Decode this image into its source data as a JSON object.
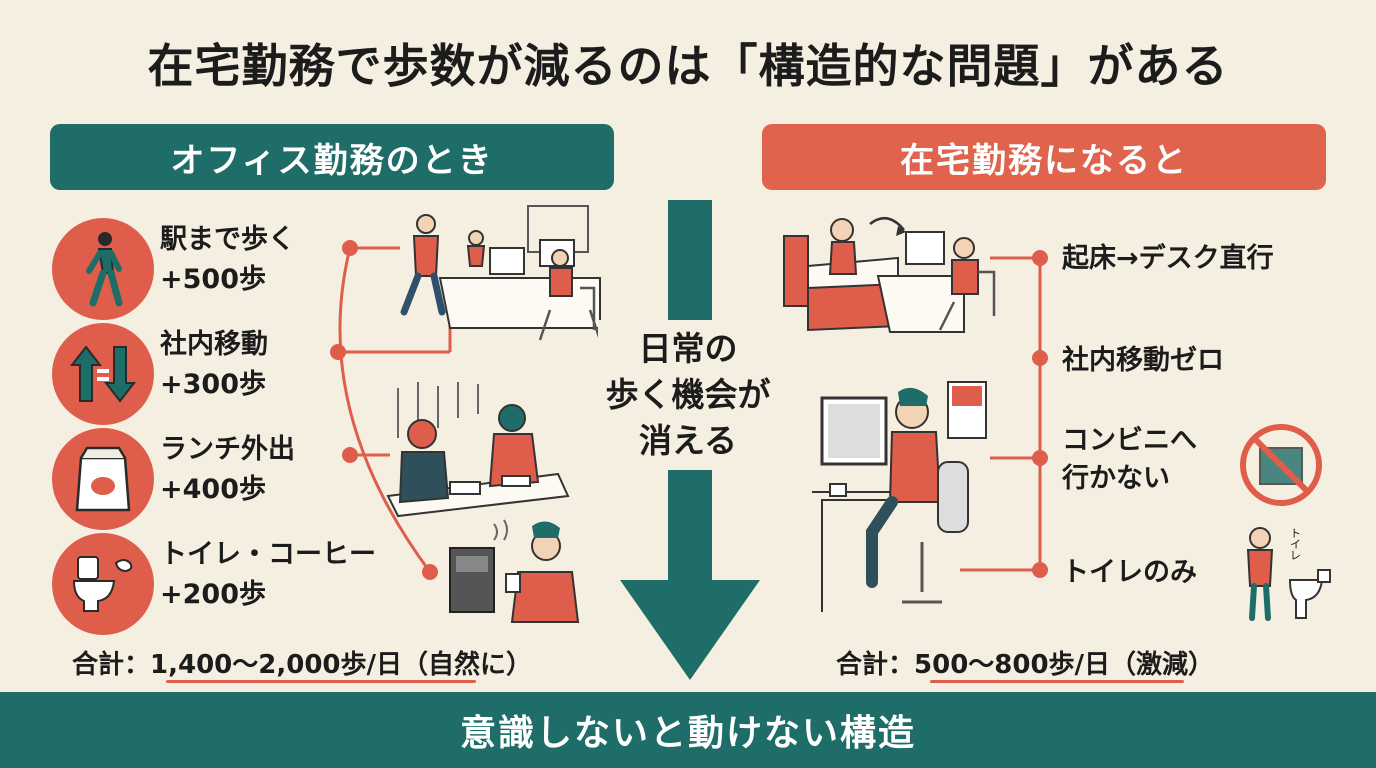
{
  "title": "在宅勤務で歩数が減るのは「構造的な問題」がある",
  "left": {
    "header": "オフィス勤務のとき",
    "items": [
      {
        "label": "駅まで歩く",
        "steps": "+500歩",
        "icon": "walking-person-icon"
      },
      {
        "label": "社内移動",
        "steps": "+300歩",
        "icon": "up-down-arrows-icon"
      },
      {
        "label": "ランチ外出",
        "steps": "+400歩",
        "icon": "lunch-bag-icon"
      },
      {
        "label": "トイレ・コーヒー",
        "steps": "+200歩",
        "icon": "toilet-coffee-icon"
      }
    ],
    "total_prefix": "合計：",
    "total_value": "1,400〜2,000歩/日（自然に）"
  },
  "arrow": {
    "lines": [
      "日常の",
      "歩く機会が",
      "消える"
    ]
  },
  "right": {
    "header": "在宅勤務になると",
    "items": [
      "起床→デスク直行",
      "社内移動ゼロ",
      "コンビニへ\n行かない",
      "トイレのみ"
    ],
    "total_prefix": "合計：",
    "total_value": "500〜800歩/日（激減）",
    "side_labels": [
      "トイレ"
    ]
  },
  "footer": "意識しないと動けない構造",
  "colors": {
    "teal": "#1f6d69",
    "coral": "#df5e4b",
    "background": "#f5efe1"
  }
}
